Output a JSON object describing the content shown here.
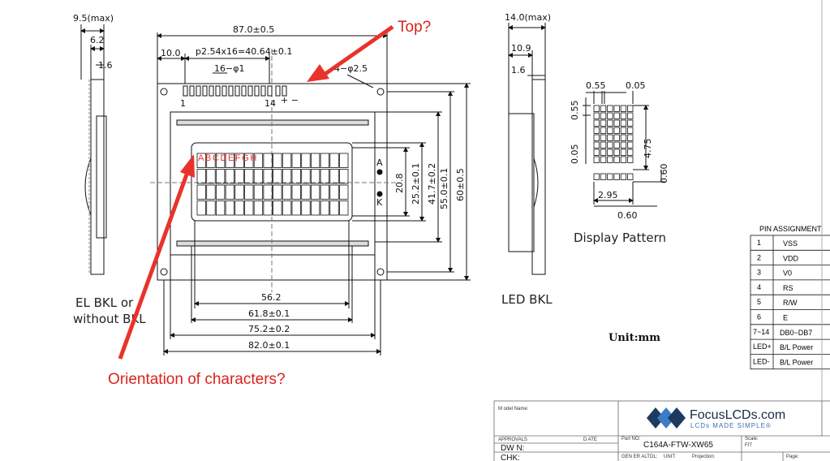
{
  "left_side": {
    "dims": {
      "d1": "9.5(max)",
      "d2": "6.2",
      "d3": "1.6"
    },
    "label_line1": "EL BKL or",
    "label_line2": "without BKL"
  },
  "front": {
    "width_total": "87.0±0.5",
    "pin_offset": "10.0",
    "pitch": "p2.54x16=40.64±0.1",
    "pin_holes": "16−φ1",
    "mount_holes": "4−φ2.5",
    "pin1": "1",
    "pin14": "14",
    "plusminus": "+ −",
    "chars": "ABCDEFGH",
    "anode": "A",
    "cathode": "K",
    "h1": "20.8",
    "h2": "25.2±0.1",
    "h3": "41.7±0.2",
    "h4": "55.0±0.1",
    "h5": "60±0.5",
    "w1": "56.2",
    "w2": "61.8±0.1",
    "w3": "75.2±0.2",
    "w4": "82.0±0.1"
  },
  "right_side": {
    "d1": "14.0(max)",
    "d2": "10.9",
    "d3": "1.6",
    "label": "LED BKL"
  },
  "pattern": {
    "d1": "0.55",
    "d2": "0.05",
    "d3": "0.55",
    "d4": "0.05",
    "d5": "4.75",
    "d6": "0.60",
    "d7": "2.95",
    "d8": "0.60",
    "title": "Display Pattern"
  },
  "unit": "Unit:mm",
  "pin_table": {
    "title": "PIN ASSIGNMENT",
    "rows": [
      {
        "pin": "1",
        "name": "VSS"
      },
      {
        "pin": "2",
        "name": "VDD"
      },
      {
        "pin": "3",
        "name": "V0"
      },
      {
        "pin": "4",
        "name": "RS"
      },
      {
        "pin": "5",
        "name": "R/W"
      },
      {
        "pin": "6",
        "name": "E"
      },
      {
        "pin": "7~14",
        "name": "DB0~DB7"
      },
      {
        "pin": "LED+",
        "name": "B/L Power"
      },
      {
        "pin": "LED-",
        "name": "B/L Power"
      }
    ]
  },
  "annotations": {
    "top": "Top?",
    "orientation": "Orientation of characters?"
  },
  "title_block": {
    "model_name": "M odel Name:",
    "approvals": "APPROVALS",
    "date": "D ATE",
    "dwn": "DW N:",
    "chk": "CHK:",
    "part_no_label": "Part NO:",
    "part_no": "C164A-FTW-XW65",
    "scale_label": "Scale:",
    "scale": "FIT",
    "gen_er": "GEN ER ALTOL:",
    "unit": "UNIT:",
    "projection": "Projection:",
    "page": "Page:",
    "brand": "FocusLCDs.com",
    "tagline": "LCDs MADE SIMPLE®"
  },
  "colors": {
    "annotation": "#e8332b",
    "brand_dark": "#1f3a5f",
    "brand_blue": "#3b7cc4"
  }
}
